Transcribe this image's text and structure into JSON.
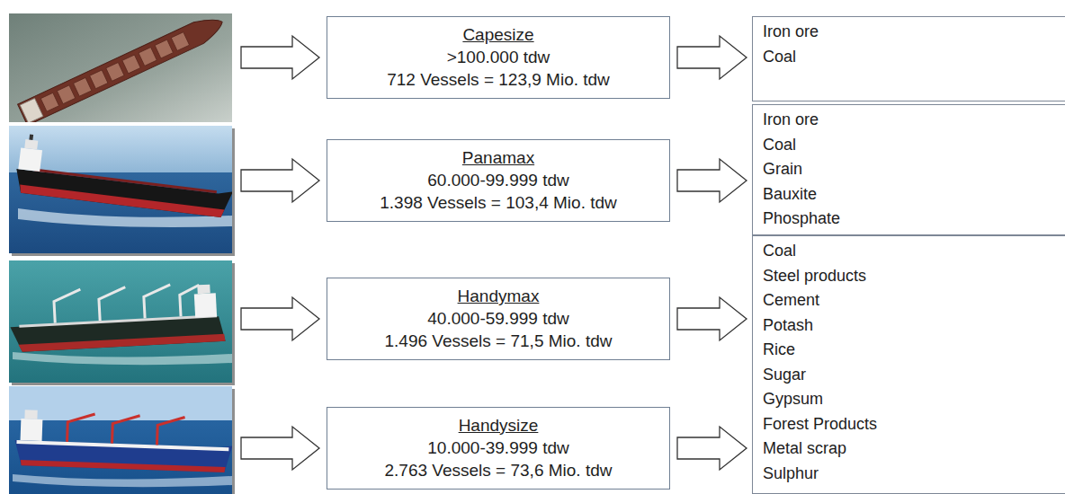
{
  "diagram": {
    "nodes": [
      {
        "text": [
          "Capesize",
          ">100.000 tdw",
          "712 Vessels = 123,9 Mio. tdw"
        ]
      },
      {
        "text": [
          "Iron ore",
          "Coal"
        ]
      },
      {
        "text": [
          "Panamax",
          "60.000-99.999 tdw",
          "1.398 Vessels = 103,4 Mio. tdw"
        ]
      },
      {
        "text": [
          "Iron ore",
          "Coal",
          "Grain",
          "Bauxite",
          "Phosphate"
        ]
      },
      {
        "text": [
          "Handymax",
          "40.000-59.999 tdw",
          "1.496 Vessels = 71,5 Mio. tdw"
        ]
      },
      {
        "text": [
          "Coal",
          "Steel products",
          "Cement",
          "Potash",
          "Rice",
          "Sugar",
          "Gypsum",
          "Forest Products",
          "Metal scrap",
          "Sulphur"
        ]
      },
      {
        "text": [
          "Handysize",
          "10.000-39.999 tdw",
          "2.763 Vessels = 73,6 Mio. tdw"
        ]
      }
    ],
    "edges": [
      {
        "from": 0,
        "to": 1,
        "arrow": "to"
      },
      {
        "from": 2,
        "to": 3,
        "arrow": "to"
      },
      {
        "from": 4,
        "to": 5,
        "arrow": "to"
      },
      {
        "from": 6,
        "to": 5,
        "arrow": "to"
      }
    ]
  }
}
